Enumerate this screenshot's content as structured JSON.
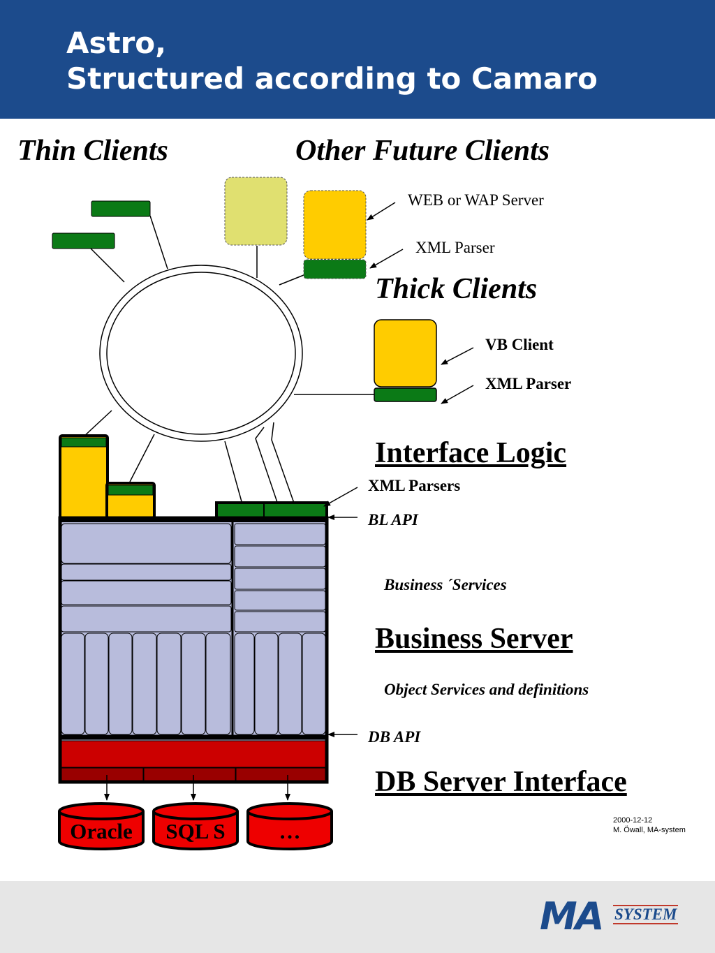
{
  "slide": {
    "title_line1": "Astro,",
    "title_line2": "Structured according to Camaro"
  },
  "labels": {
    "thin_clients": "Thin Clients",
    "other_future_clients": "Other Future Clients",
    "web_or_wap_server": "WEB or WAP Server",
    "xml_parser_top": "XML Parser",
    "thick_clients": "Thick Clients",
    "vb_client": "VB Client",
    "xml_parser_thick": "XML Parser",
    "interface_logic": "Interface Logic",
    "xml_parsers": "XML Parsers",
    "bl_api": "BL API",
    "business_services": "Business ´Services",
    "business_server": "Business Server",
    "object_services": "Object Services and definitions",
    "db_api": "DB API",
    "db_server_interface": "DB Server Interface"
  },
  "databases": [
    "Oracle",
    "SQL S",
    "…"
  ],
  "footer": {
    "date": "2000-12-12",
    "author": "M. Öwall, MA-system",
    "logo_ma": "MA",
    "logo_system": "SYSTEM"
  },
  "colors": {
    "header_blue": "#1c4b8c",
    "client_yellow": "#ffcc00",
    "future_client_yellow": "#e0e070",
    "parser_green": "#0b7a16",
    "service_lavender": "#b8bcdc",
    "db_red": "#cc0000",
    "footer_gray": "#e6e6e6"
  }
}
